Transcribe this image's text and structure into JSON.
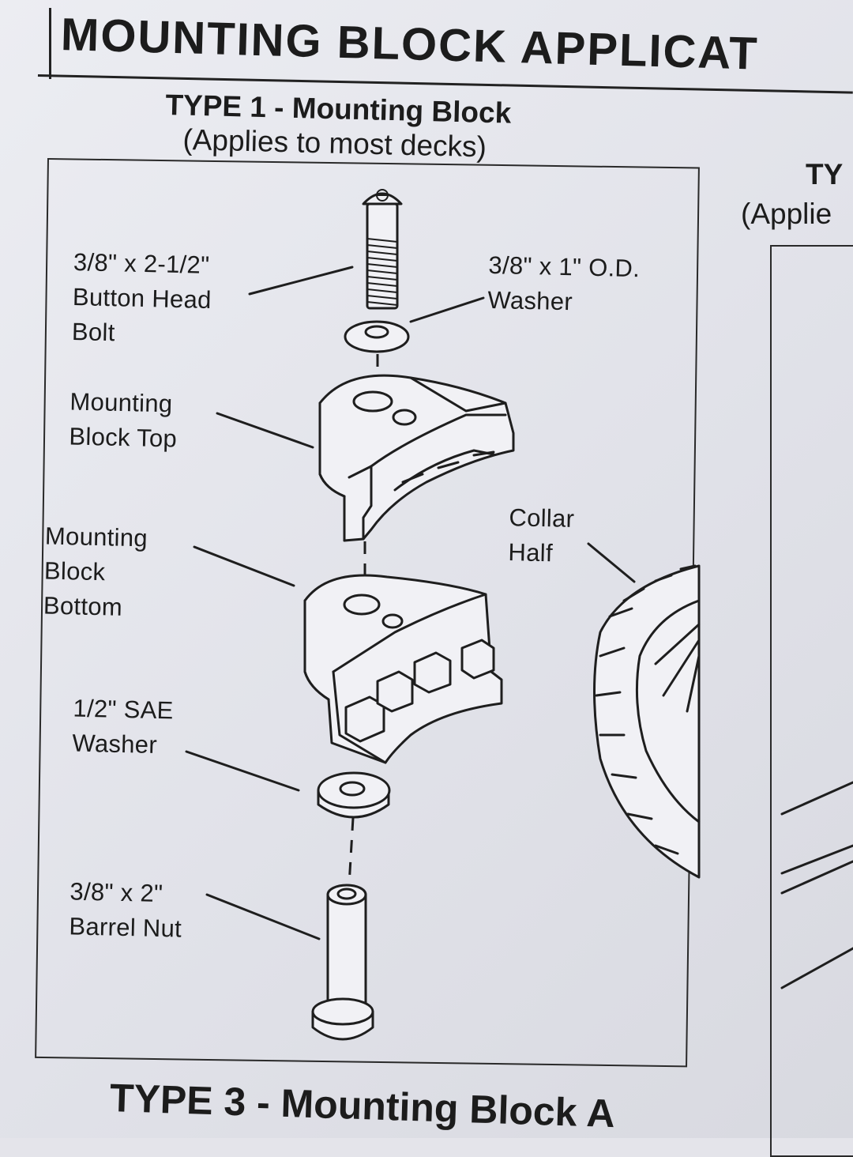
{
  "header": {
    "title": "MOUNTING BLOCK APPLICAT"
  },
  "type1": {
    "heading": "TYPE 1 - Mounting Block",
    "subheading": "(Applies to most decks)"
  },
  "type2_partial": {
    "heading": "TY",
    "subheading": "(Applie"
  },
  "type3": {
    "heading": "TYPE 3 - Mounting Block A"
  },
  "labels": {
    "bolt": "3/8\" x 2-1/2\"\nButton Head\nBolt",
    "washer_top": "3/8\" x 1\" O.D.\nWasher",
    "block_top": "Mounting\nBlock Top",
    "block_bottom": "Mounting\nBlock\nBottom",
    "collar_half": "Collar\nHalf",
    "sae_washer": "1/2\" SAE\nWasher",
    "barrel_nut": "3/8\" x 2\"\nBarrel Nut"
  }
}
